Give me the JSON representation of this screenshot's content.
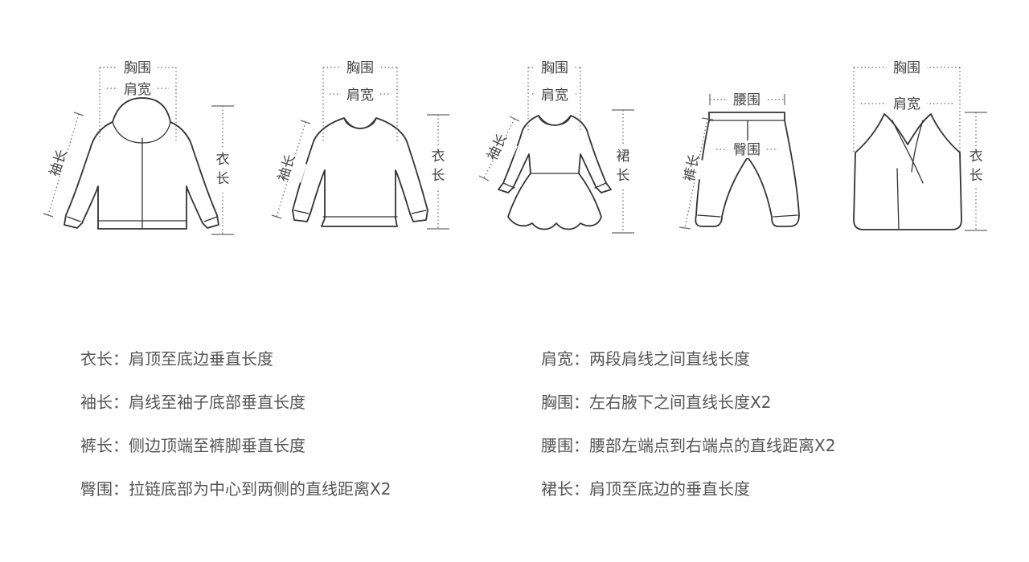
{
  "diagram": {
    "hoodie": {
      "bust": "胸围",
      "shoulder": "肩宽",
      "sleeve": "袖长",
      "length": "衣长"
    },
    "sweater": {
      "bust": "胸围",
      "shoulder": "肩宽",
      "sleeve": "袖长",
      "length": "衣长"
    },
    "dress": {
      "bust": "胸围",
      "shoulder": "肩宽",
      "sleeve": "袖长",
      "length": "裙长"
    },
    "pants": {
      "waist": "腰围",
      "hip": "臀围",
      "length": "裤长"
    },
    "vest": {
      "bust": "胸围",
      "shoulder": "肩宽",
      "length": "衣长"
    }
  },
  "legend": {
    "left": [
      {
        "term": "衣长：",
        "desc": "肩顶至底边垂直长度"
      },
      {
        "term": "袖长：",
        "desc": "肩线至袖子底部垂直长度"
      },
      {
        "term": "裤长：",
        "desc": "侧边顶端至裤脚垂直长度"
      },
      {
        "term": "臀围：",
        "desc": "拉链底部为中心到两侧的直线距离X2"
      }
    ],
    "right": [
      {
        "term": "肩宽：",
        "desc": "两段肩线之间直线长度"
      },
      {
        "term": "胸围：",
        "desc": "左右腋下之间直线长度X2"
      },
      {
        "term": "腰围：",
        "desc": "腰部左端点到右端点的直线距离X2"
      },
      {
        "term": "裙长：",
        "desc": "肩顶至底边的垂直长度"
      }
    ]
  }
}
